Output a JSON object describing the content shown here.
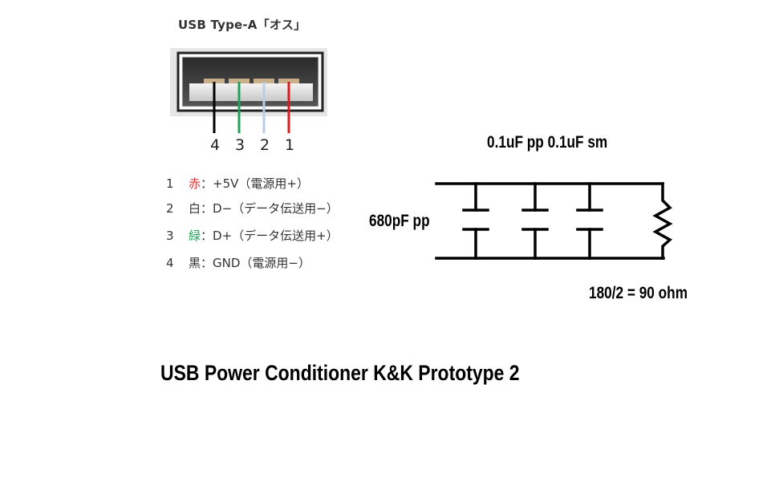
{
  "usb_diagram": {
    "title": "USB Type-A「オス」",
    "pin_numbers": [
      "4",
      "3",
      "2",
      "1"
    ],
    "wire_colors": [
      "#000000",
      "#22a05a",
      "#b8cde6",
      "#d42020"
    ],
    "pinout": [
      {
        "num": "1",
        "color_name": "赤",
        "desc": "：+5V（電源用+）",
        "color": "#d23a3a"
      },
      {
        "num": "2",
        "color_name": "白",
        "desc": "：D−（データ伝送用−）",
        "color": "#333333"
      },
      {
        "num": "3",
        "color_name": "緑",
        "desc": "：D+（データ伝送用+）",
        "color": "#2aa35a"
      },
      {
        "num": "4",
        "color_name": "黒",
        "desc": "：GND（電源用−）",
        "color": "#333333"
      }
    ]
  },
  "circuit": {
    "cap_labels_top": "0.1uF pp  0.1uF sm",
    "cap_label_left": "680pF pp",
    "resistor_label": "180/2 = 90 ohm"
  },
  "title": "USB Power Conditioner K&K Prototype 2"
}
